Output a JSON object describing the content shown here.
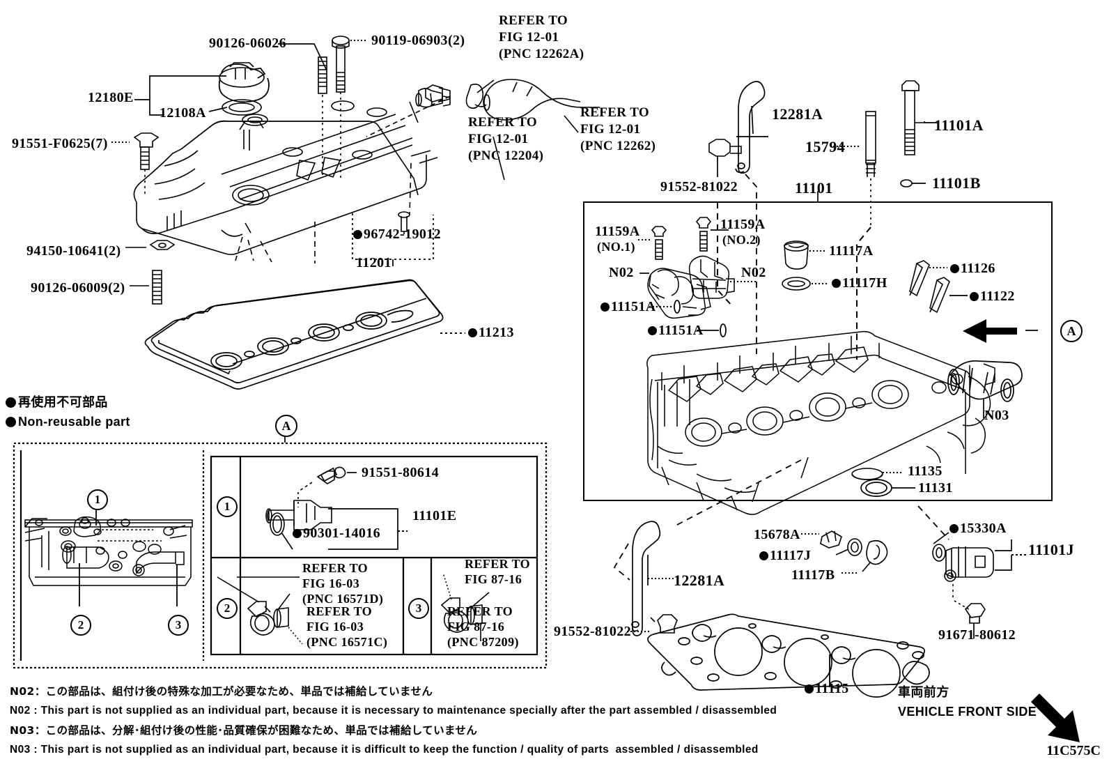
{
  "diagram": {
    "code": "11C575C",
    "legend": {
      "jp": "再使用不可部品",
      "en": "Non-reusable part"
    },
    "front_side": {
      "jp": "車両前方",
      "en": "VEHICLE FRONT SIDE"
    },
    "notes": [
      {
        "id": "N02",
        "jp": "N02：この部品は、組付け後の特殊な加工が必要なため、単品では補給していません",
        "en": "N02 : This part is not supplied as an individual part, because it is necessary to maintenance specially after the part assembled / disassembled"
      },
      {
        "id": "N03",
        "jp": "N03：この部品は、分解･組付け後の性能･品質確保が困難なため、単品では補給していません",
        "en": "N03 : This part is not supplied as an individual part, because it is difficult to keep the function / quality of parts  assembled / disassembled"
      }
    ]
  },
  "labels": {
    "l_90126_06026": "90126-06026",
    "l_90119_06903": "90119-06903(2)",
    "l_12180E": "12180E",
    "l_12108A": "12108A",
    "l_91551_F0625": "91551-F0625(7)",
    "l_94150_10641": "94150-10641(2)",
    "l_90126_06009": "90126-06009(2)",
    "l_96742_19012": "96742-19012",
    "l_11201": "11201",
    "l_11213": "11213",
    "refer_12262A": {
      "line1": "REFER TO",
      "line2": "FIG 12-01",
      "line3": "(PNC 12262A)"
    },
    "refer_12204": {
      "line1": "REFER TO",
      "line2": "FIG 12-01",
      "line3": "(PNC 12204)"
    },
    "refer_12262": {
      "line1": "REFER TO",
      "line2": "FIG 12-01",
      "line3": "(PNC 12262)"
    },
    "l_12281A_top": "12281A",
    "l_91552_81022_top": "91552-81022",
    "l_15794": "15794",
    "l_11101": "11101",
    "l_11101A": "11101A",
    "l_11101B": "11101B",
    "l_11159A_no1_a": "11159A",
    "l_11159A_no1_b": "(NO.1)",
    "l_11159A_no2_a": "11159A",
    "l_11159A_no2_b": "(NO.2)",
    "l_N02_left": "N02",
    "l_N02_right": "N02",
    "l_11151A_1": "11151A",
    "l_11151A_2": "11151A",
    "l_11117A": "11117A",
    "l_11117H": "11117H",
    "l_11126": "11126",
    "l_11122": "11122",
    "l_N03": "N03",
    "l_A_right": "A",
    "l_11135": "11135",
    "l_11131": "11131",
    "l_15330A": "15330A",
    "l_11101J": "11101J",
    "l_15678A": "15678A",
    "l_11117J": "11117J",
    "l_11117B": "11117B",
    "l_12281A_bot": "12281A",
    "l_91552_81022_bot": "91552-81022",
    "l_91671_80612": "91671-80612",
    "l_11115": "11115"
  },
  "detail_box": {
    "callout": "A",
    "items": [
      {
        "num": "1",
        "parts": [
          "91551-80614",
          "11101E",
          "90301-14016"
        ]
      },
      {
        "num": "2",
        "refs": [
          {
            "line1": "REFER TO",
            "line2": "FIG 16-03",
            "line3": "(PNC 16571D)"
          },
          {
            "line1": "REFER TO",
            "line2": "FIG 16-03",
            "line3": "(PNC 16571C)"
          }
        ]
      },
      {
        "num": "3",
        "refs": [
          {
            "line1": "REFER TO",
            "line2": "FIG 87-16",
            "line3": ""
          },
          {
            "line1": "REFER TO",
            "line2": "FIG 87-16",
            "line3": "(PNC 87209)"
          }
        ]
      }
    ],
    "head_callouts": [
      "1",
      "2",
      "3"
    ]
  },
  "colors": {
    "ink": "#000000",
    "paper": "#ffffff"
  }
}
